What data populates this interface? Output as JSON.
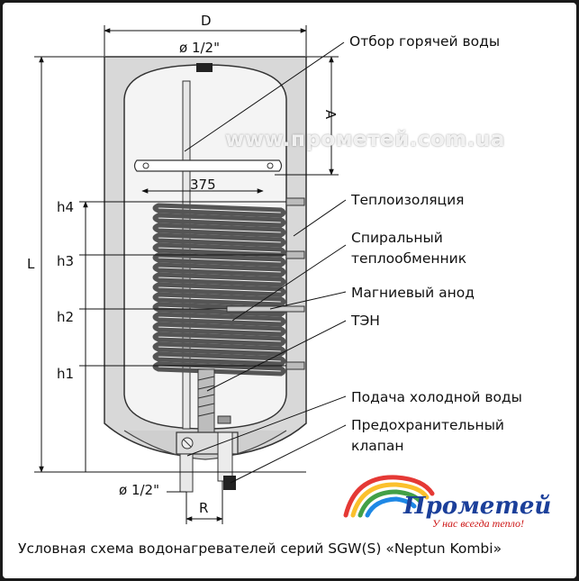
{
  "diagram": {
    "dimensions": {
      "width_label": "D",
      "height_label": "L",
      "top_label": "A",
      "bottom_label": "R",
      "pitch": "375"
    },
    "pipe_sizes": {
      "top": "ø 1/2\"",
      "bottom": "ø 1/2\""
    },
    "heights": [
      "h4",
      "h3",
      "h2",
      "h1"
    ],
    "callouts": {
      "hot_water": "Отбор горячей воды",
      "insulation": "Теплоизоляция",
      "coil_line1": "Спиральный",
      "coil_line2": "теплообменник",
      "anode": "Магниевый анод",
      "heater": "ТЭН",
      "cold_water": "Подача холодной воды",
      "valve_line1": "Предохранительный",
      "valve_line2": "клапан"
    },
    "watermark": "www.прометей.com.ua",
    "caption": "Условная схема водонагревателей серий SGW(S) «Neptun Kombi»"
  },
  "logo": {
    "name": "Прометей",
    "slogan": "У нас всегда тепло!"
  }
}
